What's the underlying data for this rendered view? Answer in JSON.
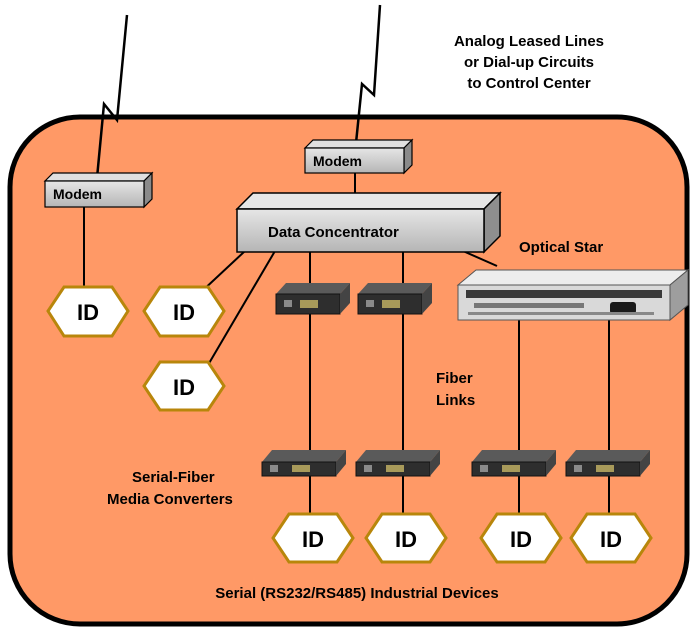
{
  "annotations": {
    "leased_lines": [
      "Analog Leased Lines",
      "or Dial-up Circuits",
      "to Control Center"
    ],
    "optical_star": "Optical Star",
    "fiber_links": [
      "Fiber",
      "Links"
    ],
    "media_converters": [
      "Serial-Fiber",
      "Media Converters"
    ],
    "industrial_devices": "Serial (RS232/RS485) Industrial Devices"
  },
  "devices": {
    "modem": "Modem",
    "data_concentrator": "Data Concentrator",
    "id": "ID"
  },
  "colors": {
    "background": "#FF9966",
    "border": "#000000",
    "box": "#C8C8C8",
    "id_box": "#FFFFFF",
    "id_edge": "#B8860B",
    "converter": "#2E2E2E"
  }
}
